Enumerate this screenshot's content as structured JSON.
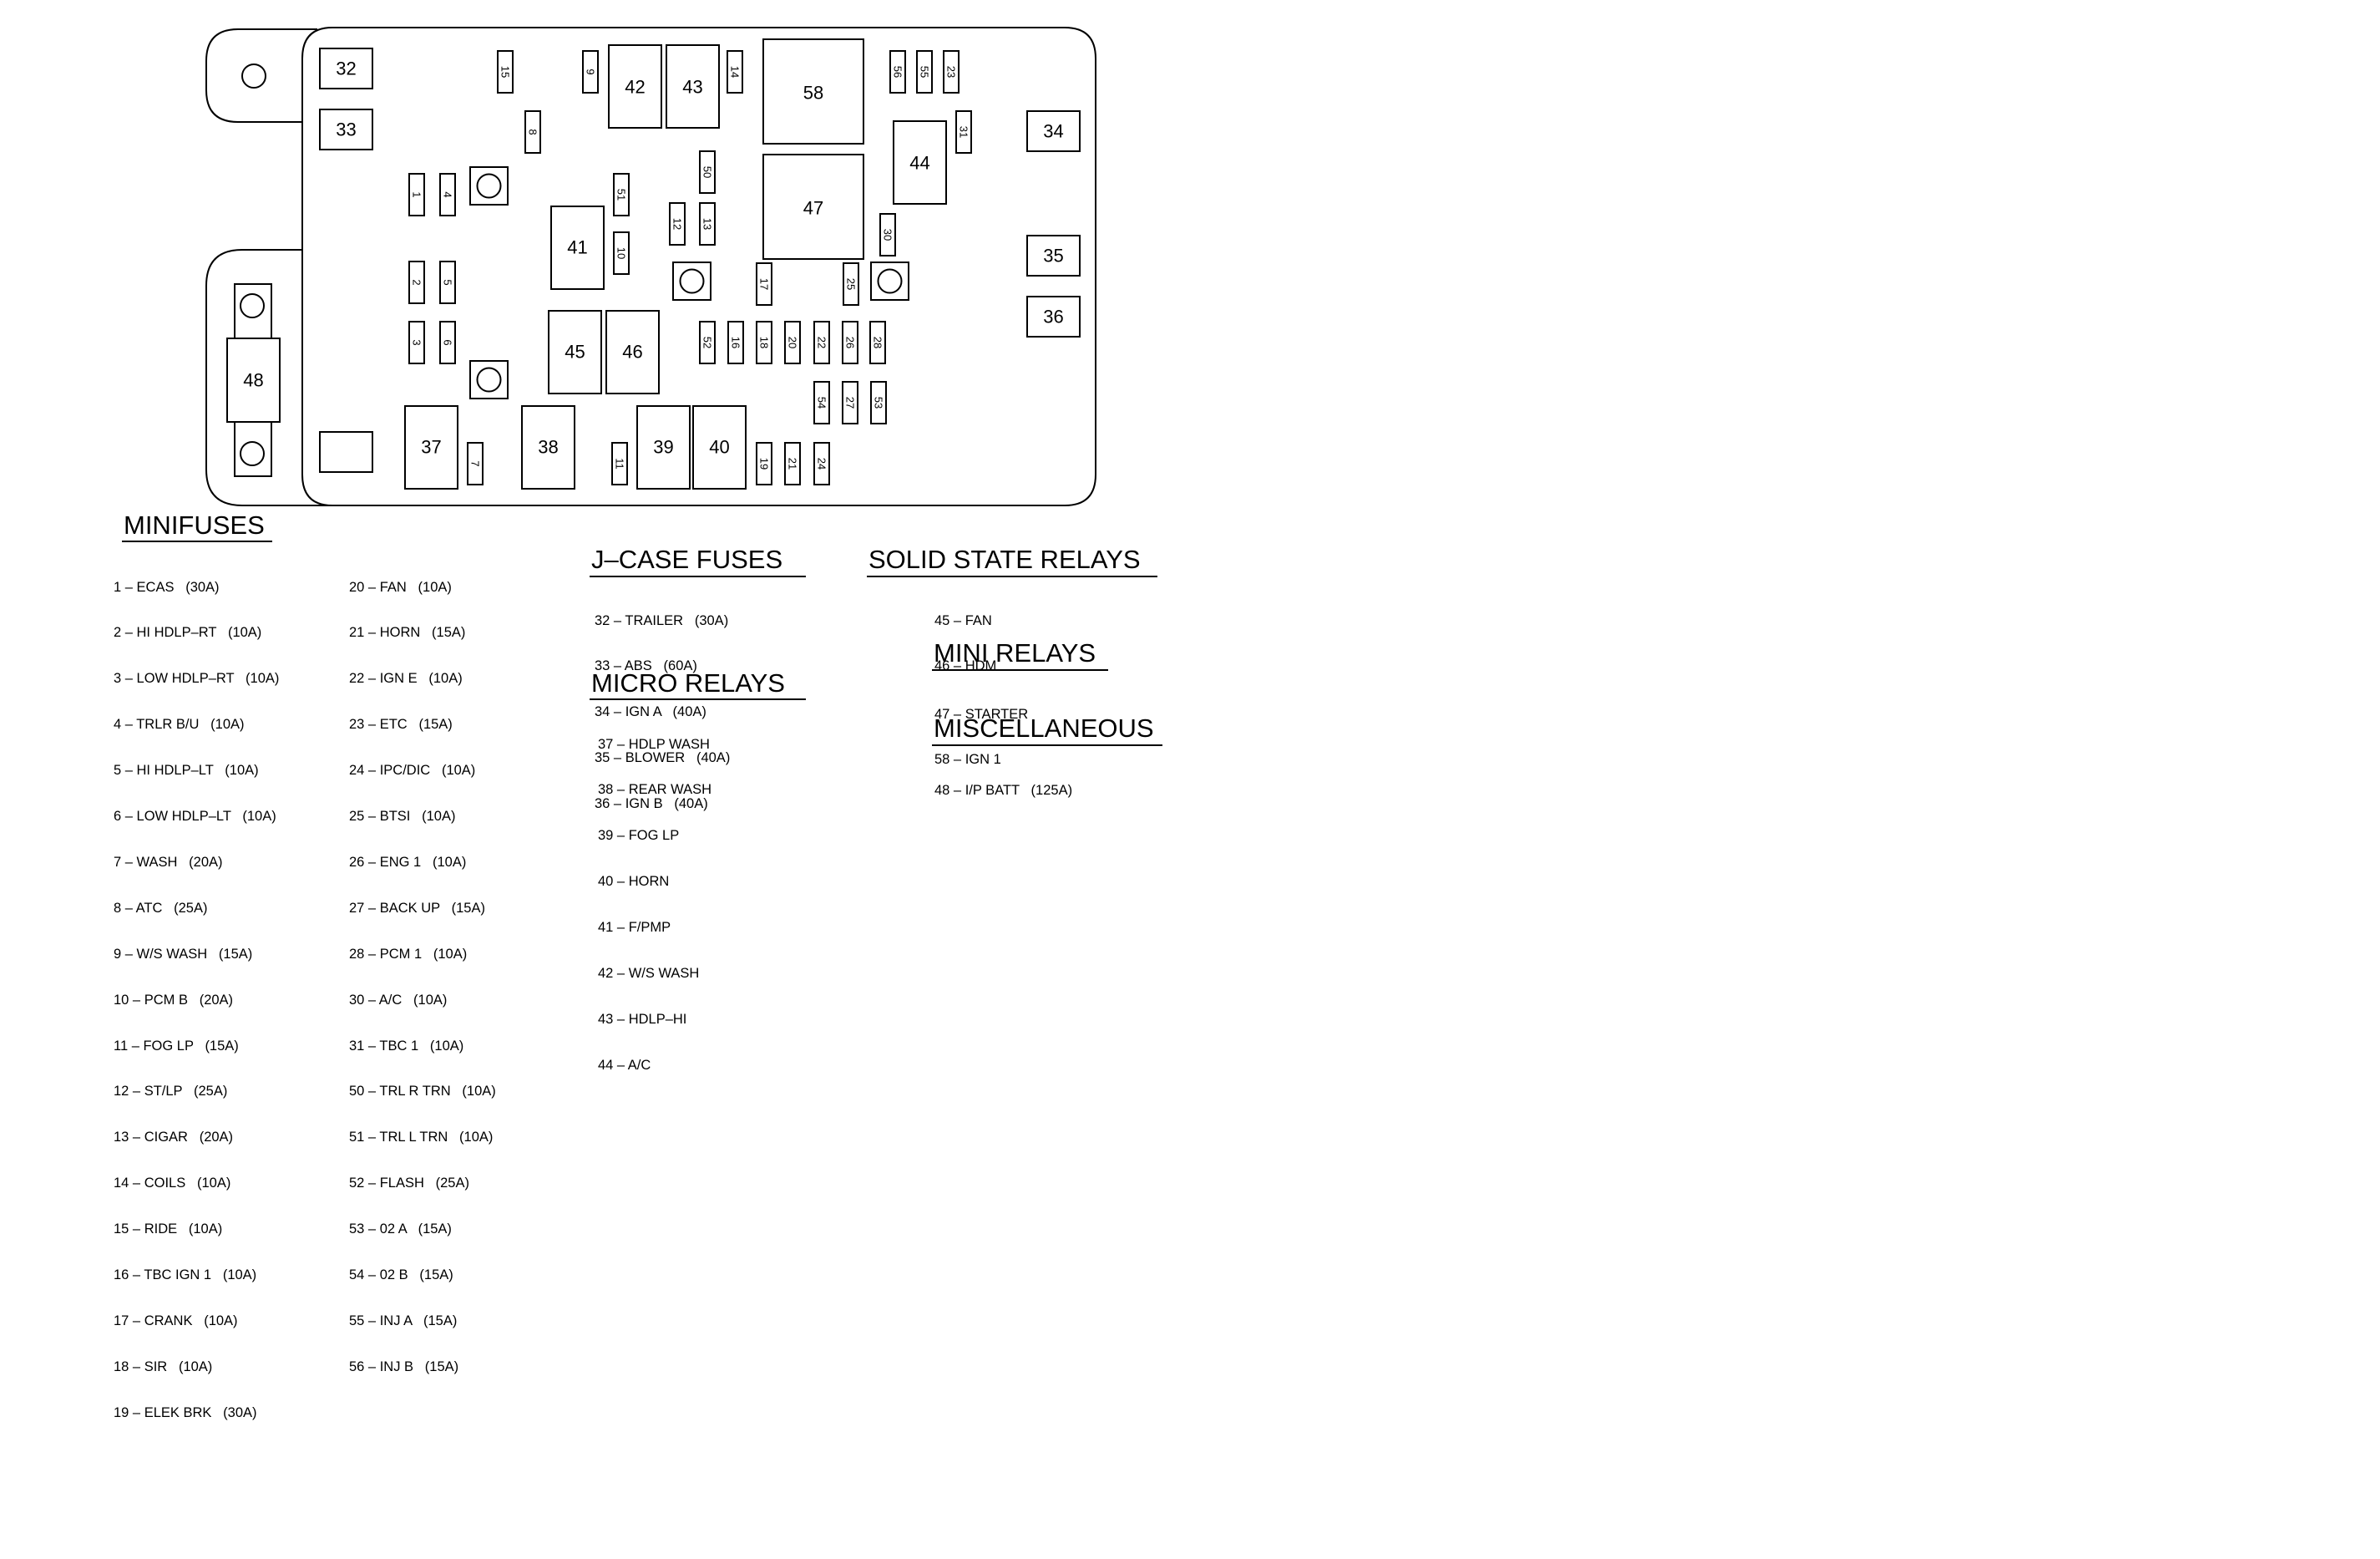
{
  "diagram": {
    "relays": [
      {
        "id": "32",
        "label": "32"
      },
      {
        "id": "33",
        "label": "33"
      },
      {
        "id": "34",
        "label": "34"
      },
      {
        "id": "35",
        "label": "35"
      },
      {
        "id": "36",
        "label": "36"
      },
      {
        "id": "37",
        "label": "37"
      },
      {
        "id": "38",
        "label": "38"
      },
      {
        "id": "39",
        "label": "39"
      },
      {
        "id": "40",
        "label": "40"
      },
      {
        "id": "41",
        "label": "41"
      },
      {
        "id": "42",
        "label": "42"
      },
      {
        "id": "43",
        "label": "43"
      },
      {
        "id": "44",
        "label": "44"
      },
      {
        "id": "45",
        "label": "45"
      },
      {
        "id": "46",
        "label": "46"
      },
      {
        "id": "47",
        "label": "47"
      },
      {
        "id": "58",
        "label": "58"
      },
      {
        "id": "48",
        "label": "48"
      }
    ],
    "fuses": [
      {
        "id": "1",
        "label": "1"
      },
      {
        "id": "2",
        "label": "2"
      },
      {
        "id": "3",
        "label": "3"
      },
      {
        "id": "4",
        "label": "4"
      },
      {
        "id": "5",
        "label": "5"
      },
      {
        "id": "6",
        "label": "6"
      },
      {
        "id": "7",
        "label": "7"
      },
      {
        "id": "8",
        "label": "8"
      },
      {
        "id": "9",
        "label": "9"
      },
      {
        "id": "10",
        "label": "10"
      },
      {
        "id": "11",
        "label": "11"
      },
      {
        "id": "12",
        "label": "12"
      },
      {
        "id": "13",
        "label": "13"
      },
      {
        "id": "14",
        "label": "14"
      },
      {
        "id": "15",
        "label": "15"
      },
      {
        "id": "16",
        "label": "16"
      },
      {
        "id": "17",
        "label": "17"
      },
      {
        "id": "18",
        "label": "18"
      },
      {
        "id": "19",
        "label": "19"
      },
      {
        "id": "20",
        "label": "20"
      },
      {
        "id": "21",
        "label": "21"
      },
      {
        "id": "22",
        "label": "22"
      },
      {
        "id": "23",
        "label": "23"
      },
      {
        "id": "24",
        "label": "24"
      },
      {
        "id": "25",
        "label": "25"
      },
      {
        "id": "26",
        "label": "26"
      },
      {
        "id": "27",
        "label": "27"
      },
      {
        "id": "28",
        "label": "28"
      },
      {
        "id": "30",
        "label": "30"
      },
      {
        "id": "31",
        "label": "31"
      },
      {
        "id": "50",
        "label": "50"
      },
      {
        "id": "51",
        "label": "51"
      },
      {
        "id": "52",
        "label": "52"
      },
      {
        "id": "53",
        "label": "53"
      },
      {
        "id": "54",
        "label": "54"
      },
      {
        "id": "55",
        "label": "55"
      },
      {
        "id": "56",
        "label": "56"
      }
    ]
  },
  "legend": {
    "minifuses": {
      "title": "MINIFUSES",
      "col1": [
        "1 – ECAS   (30A)",
        "2 – HI HDLP–RT   (10A)",
        "3 – LOW HDLP–RT   (10A)",
        "4 – TRLR B/U   (10A)",
        "5 – HI HDLP–LT   (10A)",
        "6 – LOW HDLP–LT   (10A)",
        "7 – WASH   (20A)",
        "8 – ATC   (25A)",
        "9 – W/S WASH   (15A)",
        "10 – PCM B   (20A)",
        "11 – FOG LP   (15A)",
        "12 – ST/LP   (25A)",
        "13 – CIGAR   (20A)",
        "14 – COILS   (10A)",
        "15 – RIDE   (10A)",
        "16 – TBC IGN 1   (10A)",
        "17 – CRANK   (10A)",
        "18 – SIR   (10A)",
        "19 – ELEK BRK   (30A)"
      ],
      "col2": [
        "20 – FAN   (10A)",
        "21 – HORN   (15A)",
        "22 – IGN E   (10A)",
        "23 – ETC   (15A)",
        "24 – IPC/DIC   (10A)",
        "25 – BTSI   (10A)",
        "26 – ENG 1   (10A)",
        "27 – BACK UP   (15A)",
        "28 – PCM 1   (10A)",
        "30 – A/C   (10A)",
        "31 – TBC 1   (10A)",
        "50 – TRL R TRN   (10A)",
        "51 – TRL L TRN   (10A)",
        "52 – FLASH   (25A)",
        "53 – 02 A   (15A)",
        "54 – 02 B   (15A)",
        "55 – INJ A   (15A)",
        "56 – INJ B   (15A)"
      ]
    },
    "jcase_fuses": {
      "title": "J–CASE FUSES",
      "items": [
        "32 – TRAILER   (30A)",
        "33 – ABS   (60A)",
        "34 – IGN A   (40A)",
        "35 – BLOWER   (40A)",
        "36 – IGN B   (40A)"
      ]
    },
    "micro_relays": {
      "title": "MICRO RELAYS",
      "items": [
        "37 – HDLP WASH",
        "38 – REAR WASH",
        "39 – FOG LP",
        "40 – HORN",
        "41 – F/PMP",
        "42 – W/S WASH",
        "43 – HDLP–HI",
        "44 – A/C"
      ]
    },
    "solid_state_relays": {
      "title": "SOLID STATE RELAYS",
      "items": [
        "45 – FAN",
        "46 – HDM"
      ]
    },
    "mini_relays": {
      "title": "MINI RELAYS",
      "items": [
        "47 – STARTER",
        "58 – IGN 1"
      ]
    },
    "miscellaneous": {
      "title": "MISCELLANEOUS",
      "items": [
        "48 – I/P BATT   (125A)"
      ]
    }
  }
}
